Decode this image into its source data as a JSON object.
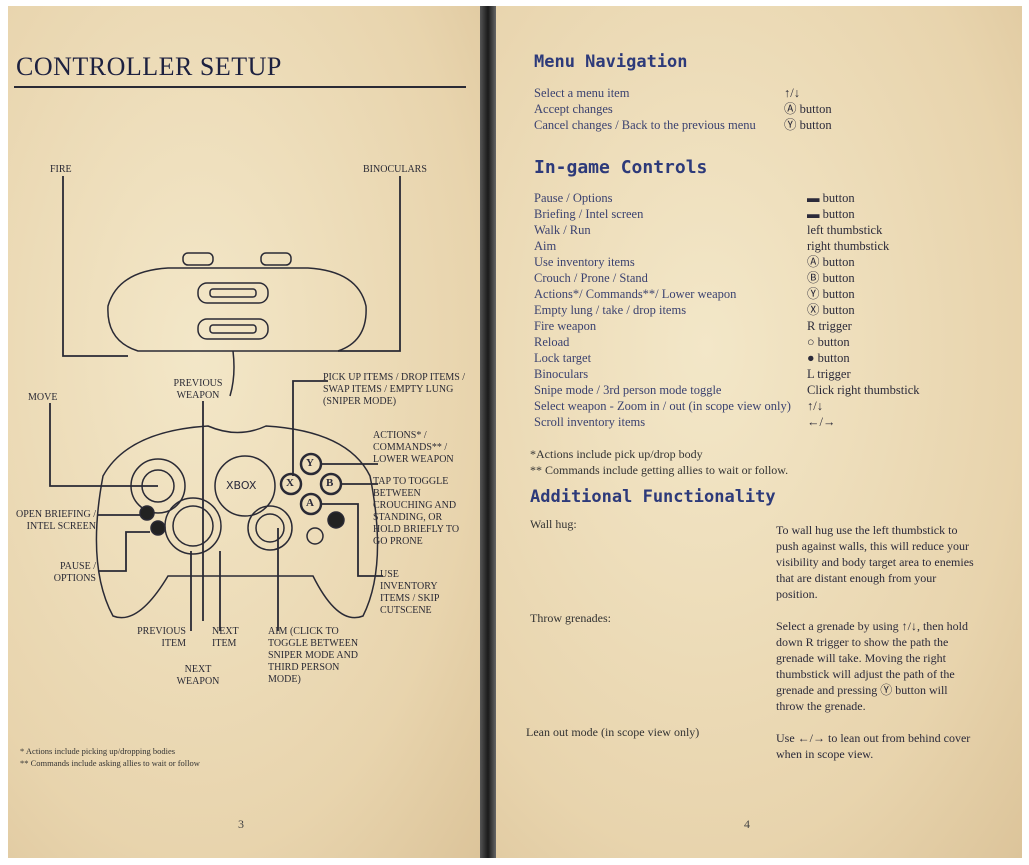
{
  "left": {
    "title": "CONTROLLER SETUP",
    "page_number": "3",
    "labels": {
      "fire": "FIRE",
      "binoculars": "BINOCULARS",
      "move": "MOVE",
      "previous_weapon": "PREVIOUS WEAPON",
      "pick_up": "PICK UP ITEMS / DROP ITEMS / SWAP ITEMS / EMPTY LUNG (SNIPER MODE)",
      "actions": "ACTIONS* / COMMANDS** / LOWER WEAPON",
      "tap_toggle": "TAP TO TOGGLE BETWEEN CROUCHING AND STANDING, OR HOLD BRIEFLY TO GO PRONE",
      "open_briefing": "OPEN BRIEFING / INTEL SCREEN",
      "pause": "PAUSE / OPTIONS",
      "use_inventory": "USE INVENTORY ITEMS / SKIP CUTSCENE",
      "previous_item": "PREVIOUS ITEM",
      "next_item": "NEXT ITEM",
      "next_weapon": "NEXT WEAPON",
      "aim": "AIM (CLICK TO TOGGLE BETWEEN SNIPER MODE AND THIRD PERSON MODE)",
      "xbox_logo": "XBOX",
      "btn_x": "X",
      "btn_y": "Y",
      "btn_b": "B",
      "btn_a": "A"
    },
    "footnotes": [
      "* Actions include picking up/dropping bodies",
      "** Commands include asking allies to wait or follow"
    ]
  },
  "right": {
    "page_number": "4",
    "menu": {
      "title": "Menu Navigation",
      "rows": [
        {
          "action": "Select a menu item",
          "control": "↑/↓"
        },
        {
          "action": "Accept changes",
          "control": "Ⓐ button"
        },
        {
          "action": "Cancel changes / Back to the previous menu",
          "control": "Ⓨ button"
        }
      ]
    },
    "ingame": {
      "title": "In-game Controls",
      "rows": [
        {
          "action": "Pause / Options",
          "control": "▬ button"
        },
        {
          "action": "Briefing / Intel screen",
          "control": "▬ button"
        },
        {
          "action": "Walk / Run",
          "control": "left thumbstick"
        },
        {
          "action": "Aim",
          "control": "right thumbstick"
        },
        {
          "action": "Use inventory items",
          "control": "Ⓐ button"
        },
        {
          "action": "Crouch / Prone / Stand",
          "control": "Ⓑ button"
        },
        {
          "action": "Actions*/ Commands**/ Lower weapon",
          "control": "Ⓨ button"
        },
        {
          "action": "Empty lung / take / drop items",
          "control": "Ⓧ button"
        },
        {
          "action": "Fire weapon",
          "control": "R trigger"
        },
        {
          "action": "Reload",
          "control": "○ button"
        },
        {
          "action": "Lock target",
          "control": "● button"
        },
        {
          "action": "Binoculars",
          "control": "L trigger"
        },
        {
          "action": "Snipe mode / 3rd person mode toggle",
          "control": "Click right thumbstick"
        },
        {
          "action": "Select weapon - Zoom in / out (in scope view only)",
          "control": "↑/↓"
        },
        {
          "action": "Scroll inventory items",
          "control": "←/→"
        }
      ],
      "notes": [
        "*Actions include pick up/drop body",
        "** Commands include getting allies to wait or follow."
      ]
    },
    "additional": {
      "title": "Additional Functionality",
      "items": [
        {
          "name": "Wall hug:",
          "desc": "To wall hug use the left thumbstick to push against walls, this will reduce your visibility and body target area to enemies that are distant enough from your position."
        },
        {
          "name": "Throw grenades:",
          "desc": "Select a grenade by using ↑/↓, then hold down R trigger to show the path the grenade will take. Moving the right thumbstick will adjust the path of the grenade and pressing Ⓨ button will throw the grenade."
        },
        {
          "name": "Lean out mode (in scope view only)",
          "desc": "Use ←/→ to lean out from behind cover when in scope view."
        }
      ]
    }
  }
}
